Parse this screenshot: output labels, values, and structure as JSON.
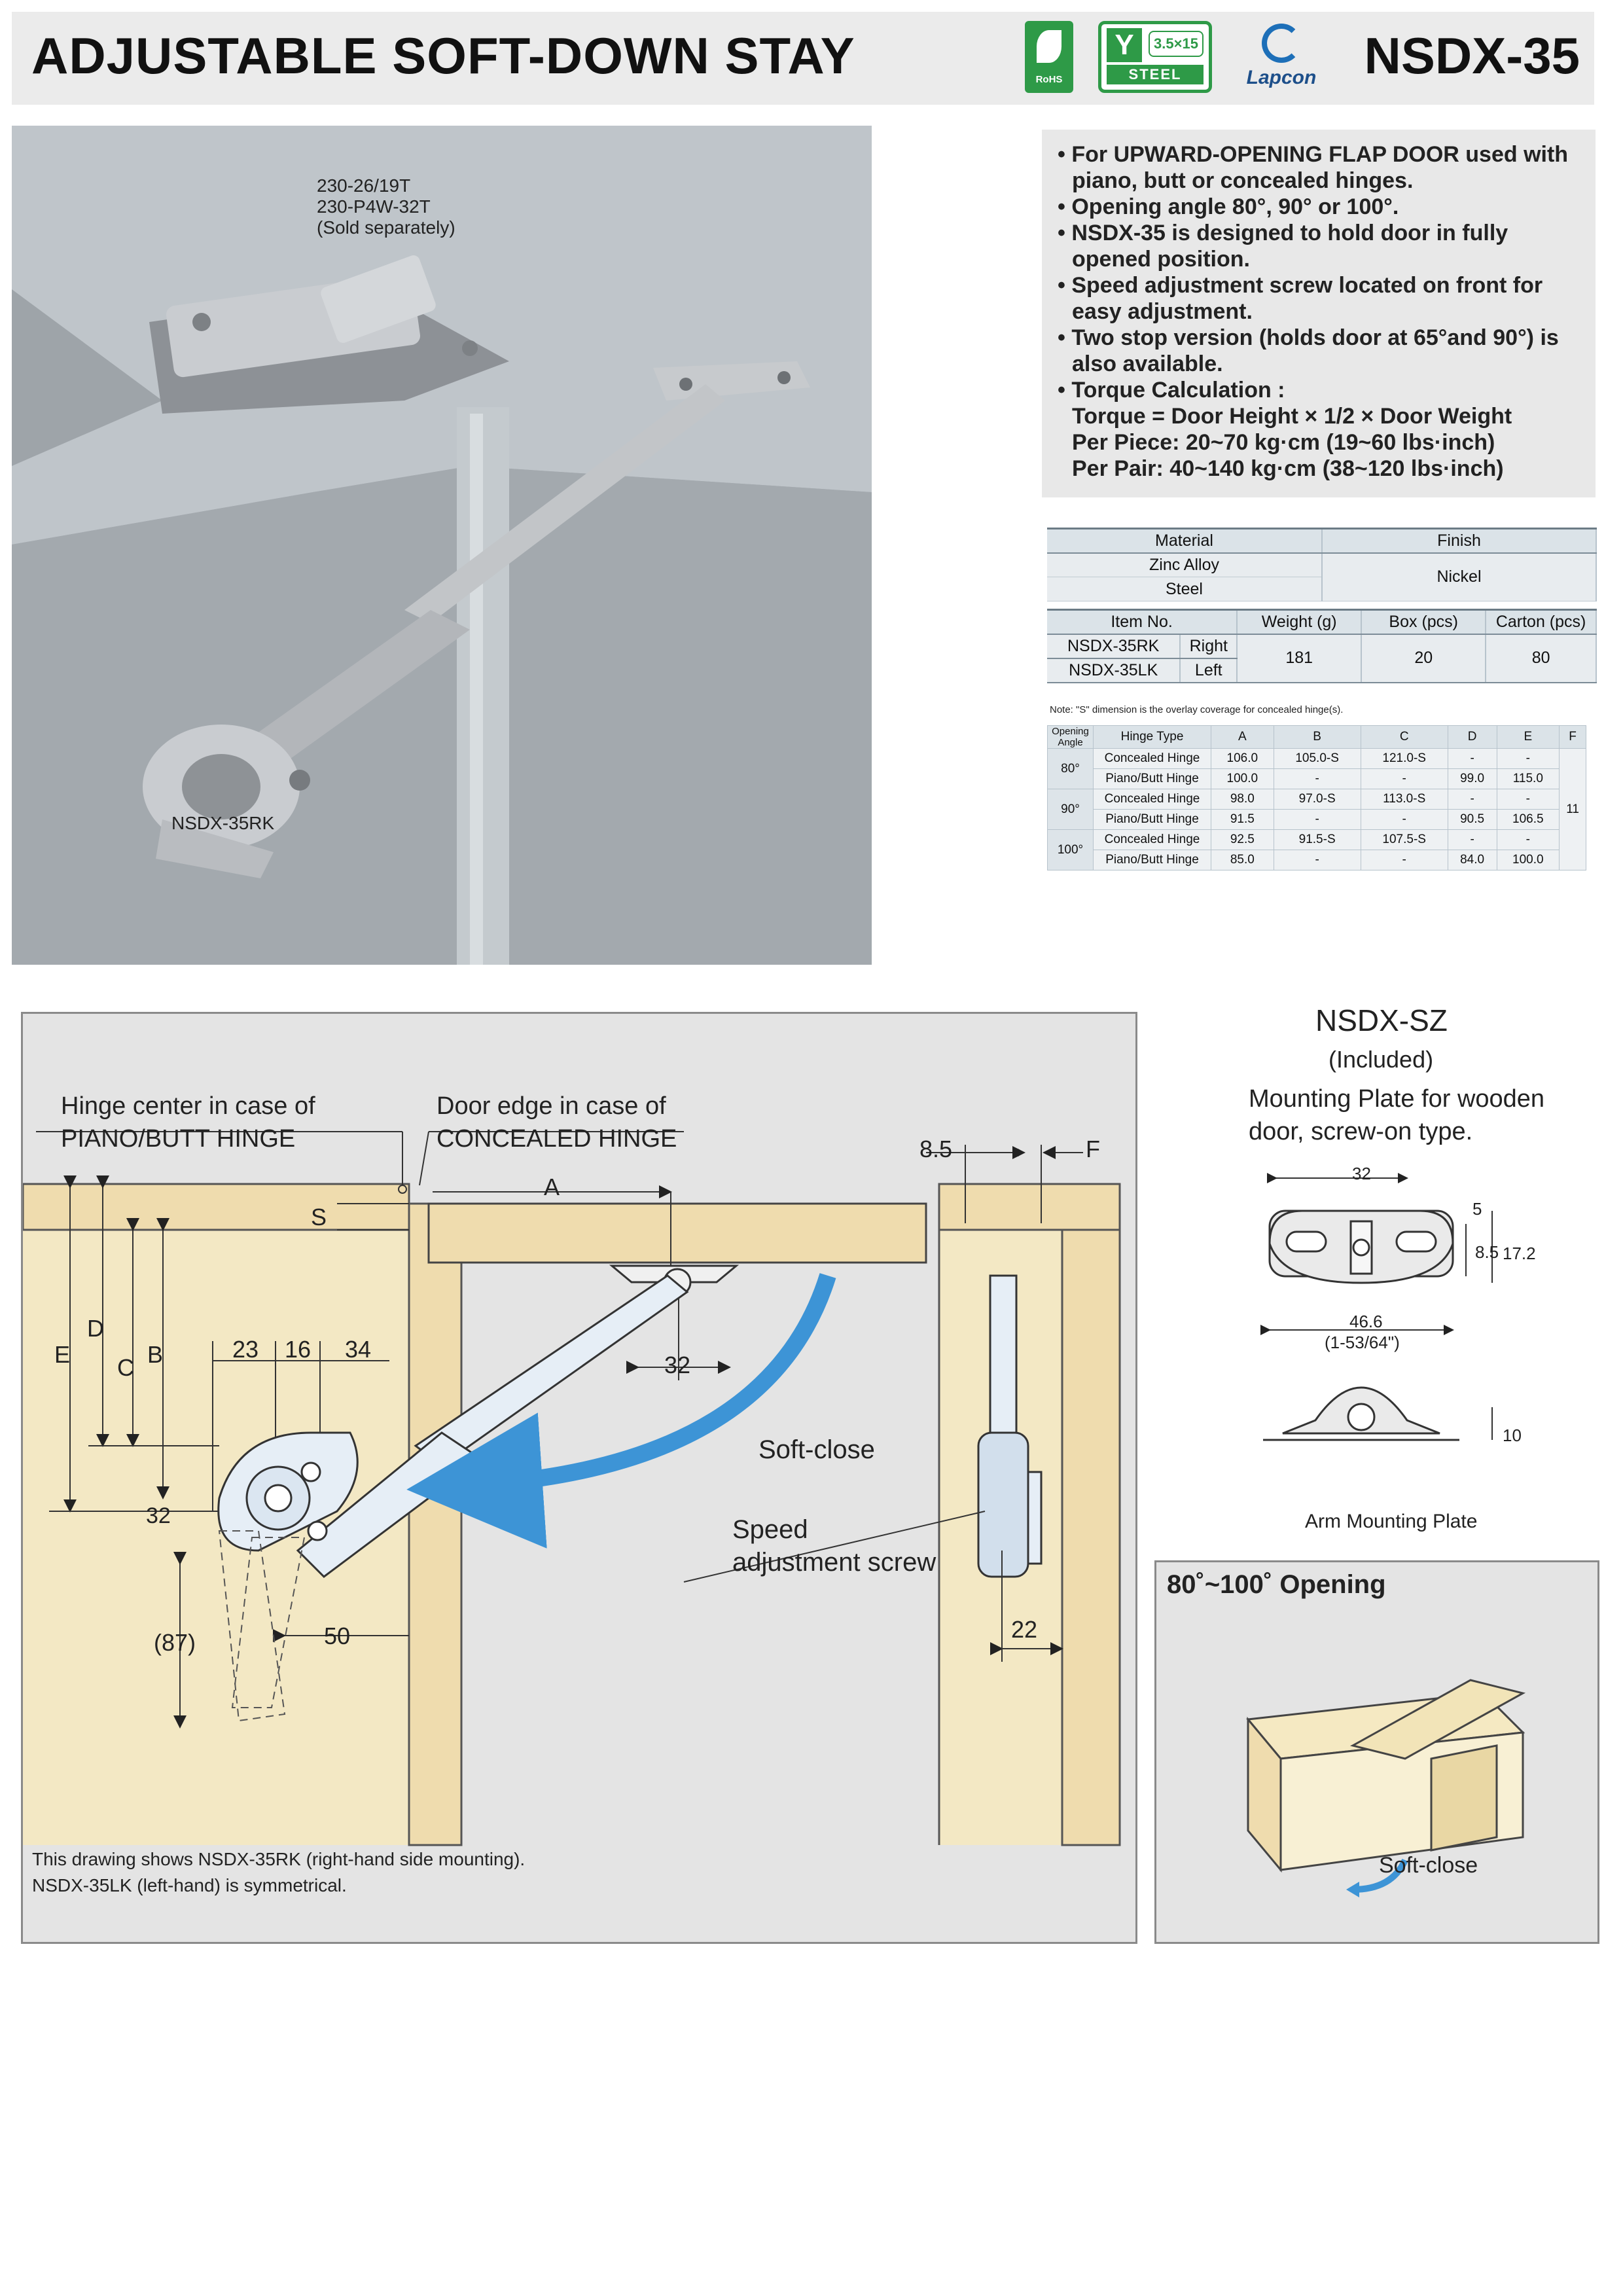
{
  "header": {
    "title": "ADJUSTABLE SOFT-DOWN STAY",
    "model": "NSDX-35",
    "badges": {
      "rohs": "RoHS",
      "steel_size": "3.5×15",
      "steel": "STEEL",
      "brand": "Lapcon"
    }
  },
  "photo": {
    "hinge_label_1": "230-26/19T",
    "hinge_label_2": "230-P4W-32T",
    "hinge_label_3": "(Sold separately)",
    "stay_label": "NSDX-35RK"
  },
  "features": [
    "• For UPWARD-OPENING FLAP DOOR used with",
    "piano, butt or concealed hinges.",
    "• Opening angle 80°, 90° or 100°.",
    "• NSDX-35 is designed to hold door in fully",
    "opened position.",
    "• Speed adjustment screw located on front for",
    "easy adjustment.",
    "• Two stop version (holds door at 65°and 90°) is",
    "also available.",
    "• Torque Calculation :",
    "Torque = Door Height × 1/2 × Door Weight",
    "Per Piece: 20~70 kg·cm (19~60 lbs·inch)",
    "Per Pair: 40~140 kg·cm (38~120 lbs·inch)"
  ],
  "material_table": {
    "headers": [
      "Material",
      "Finish"
    ],
    "materials": [
      "Zinc Alloy",
      "Steel"
    ],
    "finish": "Nickel"
  },
  "item_table": {
    "headers": [
      "Item No.",
      "Weight (g)",
      "Box (pcs)",
      "Carton (pcs)"
    ],
    "rows": [
      {
        "item": "NSDX-35RK",
        "side": "Right"
      },
      {
        "item": "NSDX-35LK",
        "side": "Left"
      }
    ],
    "weight": "181",
    "box": "20",
    "carton": "80"
  },
  "note": "Note: \"S\" dimension is the overlay coverage for concealed hinge(s).",
  "dim_table": {
    "headers": [
      "Opening Angle",
      "Hinge Type",
      "A",
      "B",
      "C",
      "D",
      "E",
      "F"
    ],
    "f_value": "11",
    "groups": [
      {
        "angle": "80°",
        "rows": [
          [
            "Concealed Hinge",
            "106.0",
            "105.0-S",
            "121.0-S",
            "-",
            "-"
          ],
          [
            "Piano/Butt Hinge",
            "100.0",
            "-",
            "-",
            "99.0",
            "115.0"
          ]
        ]
      },
      {
        "angle": "90°",
        "rows": [
          [
            "Concealed Hinge",
            "98.0",
            "97.0-S",
            "113.0-S",
            "-",
            "-"
          ],
          [
            "Piano/Butt Hinge",
            "91.5",
            "-",
            "-",
            "90.5",
            "106.5"
          ]
        ]
      },
      {
        "angle": "100°",
        "rows": [
          [
            "Concealed Hinge",
            "92.5",
            "91.5-S",
            "107.5-S",
            "-",
            "-"
          ],
          [
            "Piano/Butt Hinge",
            "85.0",
            "-",
            "-",
            "84.0",
            "100.0"
          ]
        ]
      }
    ]
  },
  "drawing": {
    "hinge_center_1": "Hinge center  in case of",
    "hinge_center_2": "PIANO/BUTT HINGE",
    "door_edge_1": "Door edge in case of",
    "door_edge_2": "CONCEALED HINGE",
    "dim_a": "A",
    "dim_s": "S",
    "dim_e": "E",
    "dim_d": "D",
    "dim_c": "C",
    "dim_b": "B",
    "dim_23": "23",
    "dim_16": "16",
    "dim_34": "34",
    "dim_32a": "32",
    "dim_32b": "32",
    "dim_87": "(87)",
    "dim_50": "50",
    "dim_85": "8.5",
    "dim_f": "F",
    "dim_22": "22",
    "soft_close": "Soft-close",
    "speed_1": "Speed",
    "speed_2": "adjustment screw",
    "note_1": "This drawing shows NSDX-35RK (right-hand side mounting).",
    "note_2": "NSDX-35LK (left-hand) is symmetrical."
  },
  "plate": {
    "title": "NSDX-SZ",
    "included": "(Included)",
    "desc_1": "Mounting Plate for wooden",
    "desc_2": "door, screw-on type.",
    "dim_32": "32",
    "dim_5": "5",
    "dim_85": "8.5",
    "dim_172": "17.2",
    "dim_466": "46.6",
    "dim_466_in": "(1-53/64\")",
    "dim_10": "10",
    "arm_label": "Arm Mounting Plate"
  },
  "opening": {
    "title": "80˚~100˚ Opening",
    "soft_close": "Soft-close"
  },
  "colors": {
    "accent_blue": "#3d94d6",
    "wood": "#efdcae",
    "wood_dark": "#d9bd83",
    "panel": "#e4e4e4"
  }
}
